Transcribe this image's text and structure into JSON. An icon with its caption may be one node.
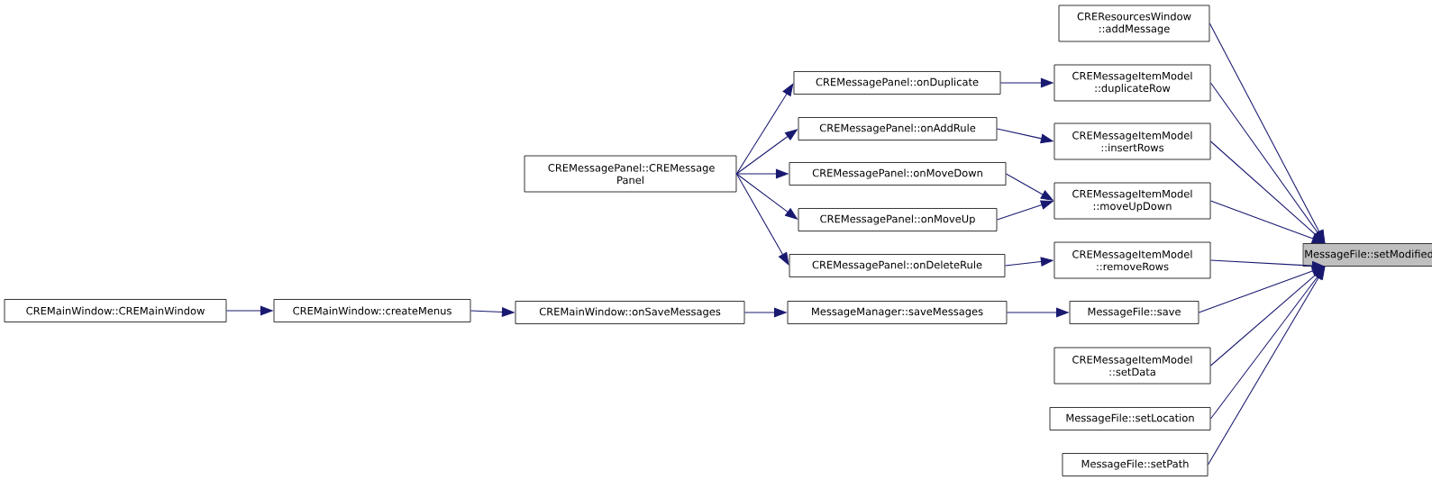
{
  "diagram": {
    "nodes": [
      {
        "text": [
          "CREMainWindow::CREMainWindow"
        ]
      },
      {
        "text": [
          "CREMainWindow::createMenus"
        ]
      },
      {
        "text": [
          "CREMessagePanel::CREMessage Panel"
        ]
      },
      {
        "text": [
          "CREMainWindow::onSaveMessages"
        ]
      },
      {
        "text": [
          "CREMessagePanel::onDuplicate"
        ]
      },
      {
        "text": [
          "CREMessagePanel::onAddRule"
        ]
      },
      {
        "text": [
          "CREMessagePanel::onMoveDown"
        ]
      },
      {
        "text": [
          "CREMessagePanel::onMoveUp"
        ]
      },
      {
        "text": [
          "CREMessagePanel::onDeleteRule"
        ]
      },
      {
        "text": [
          "MessageManager::saveMessages"
        ]
      },
      {
        "text": [
          "CREResourcesWindow ::addMessage"
        ]
      },
      {
        "text": [
          "CREMessageItemModel ::duplicateRow"
        ]
      },
      {
        "text": [
          "CREMessageItemModel ::insertRows"
        ]
      },
      {
        "text": [
          "CREMessageItemModel ::moveUpDown"
        ]
      },
      {
        "text": [
          "CREMessageItemModel ::removeRows"
        ]
      },
      {
        "text": [
          "MessageFile::save"
        ]
      },
      {
        "text": [
          "CREMessageItemModel ::setData"
        ]
      },
      {
        "text": [
          "MessageFile::setLocation"
        ]
      },
      {
        "text": [
          "MessageFile::setPath"
        ]
      },
      {
        "text": [
          "MessageFile::setModified"
        ]
      }
    ],
    "edges": [
      {
        "from": 0,
        "to": 1,
        "arrow": "to"
      },
      {
        "from": 1,
        "to": 3,
        "arrow": "to"
      },
      {
        "from": 3,
        "to": 9,
        "arrow": "to"
      },
      {
        "from": 2,
        "to": 4,
        "arrow": "to"
      },
      {
        "from": 2,
        "to": 5,
        "arrow": "to"
      },
      {
        "from": 2,
        "to": 6,
        "arrow": "to"
      },
      {
        "from": 2,
        "to": 7,
        "arrow": "to"
      },
      {
        "from": 2,
        "to": 8,
        "arrow": "to"
      },
      {
        "from": 4,
        "to": 11,
        "arrow": "to"
      },
      {
        "from": 5,
        "to": 12,
        "arrow": "to"
      },
      {
        "from": 6,
        "to": 13,
        "arrow": "to"
      },
      {
        "from": 7,
        "to": 13,
        "arrow": "to"
      },
      {
        "from": 8,
        "to": 14,
        "arrow": "to"
      },
      {
        "from": 9,
        "to": 15,
        "arrow": "to"
      },
      {
        "from": 10,
        "to": 19,
        "arrow": "to"
      },
      {
        "from": 11,
        "to": 19,
        "arrow": "to"
      },
      {
        "from": 12,
        "to": 19,
        "arrow": "to"
      },
      {
        "from": 13,
        "to": 19,
        "arrow": "to"
      },
      {
        "from": 14,
        "to": 19,
        "arrow": "to"
      },
      {
        "from": 15,
        "to": 19,
        "arrow": "to"
      },
      {
        "from": 16,
        "to": 19,
        "arrow": "to"
      },
      {
        "from": 17,
        "to": 19,
        "arrow": "to"
      },
      {
        "from": 18,
        "to": 19,
        "arrow": "to"
      }
    ]
  }
}
